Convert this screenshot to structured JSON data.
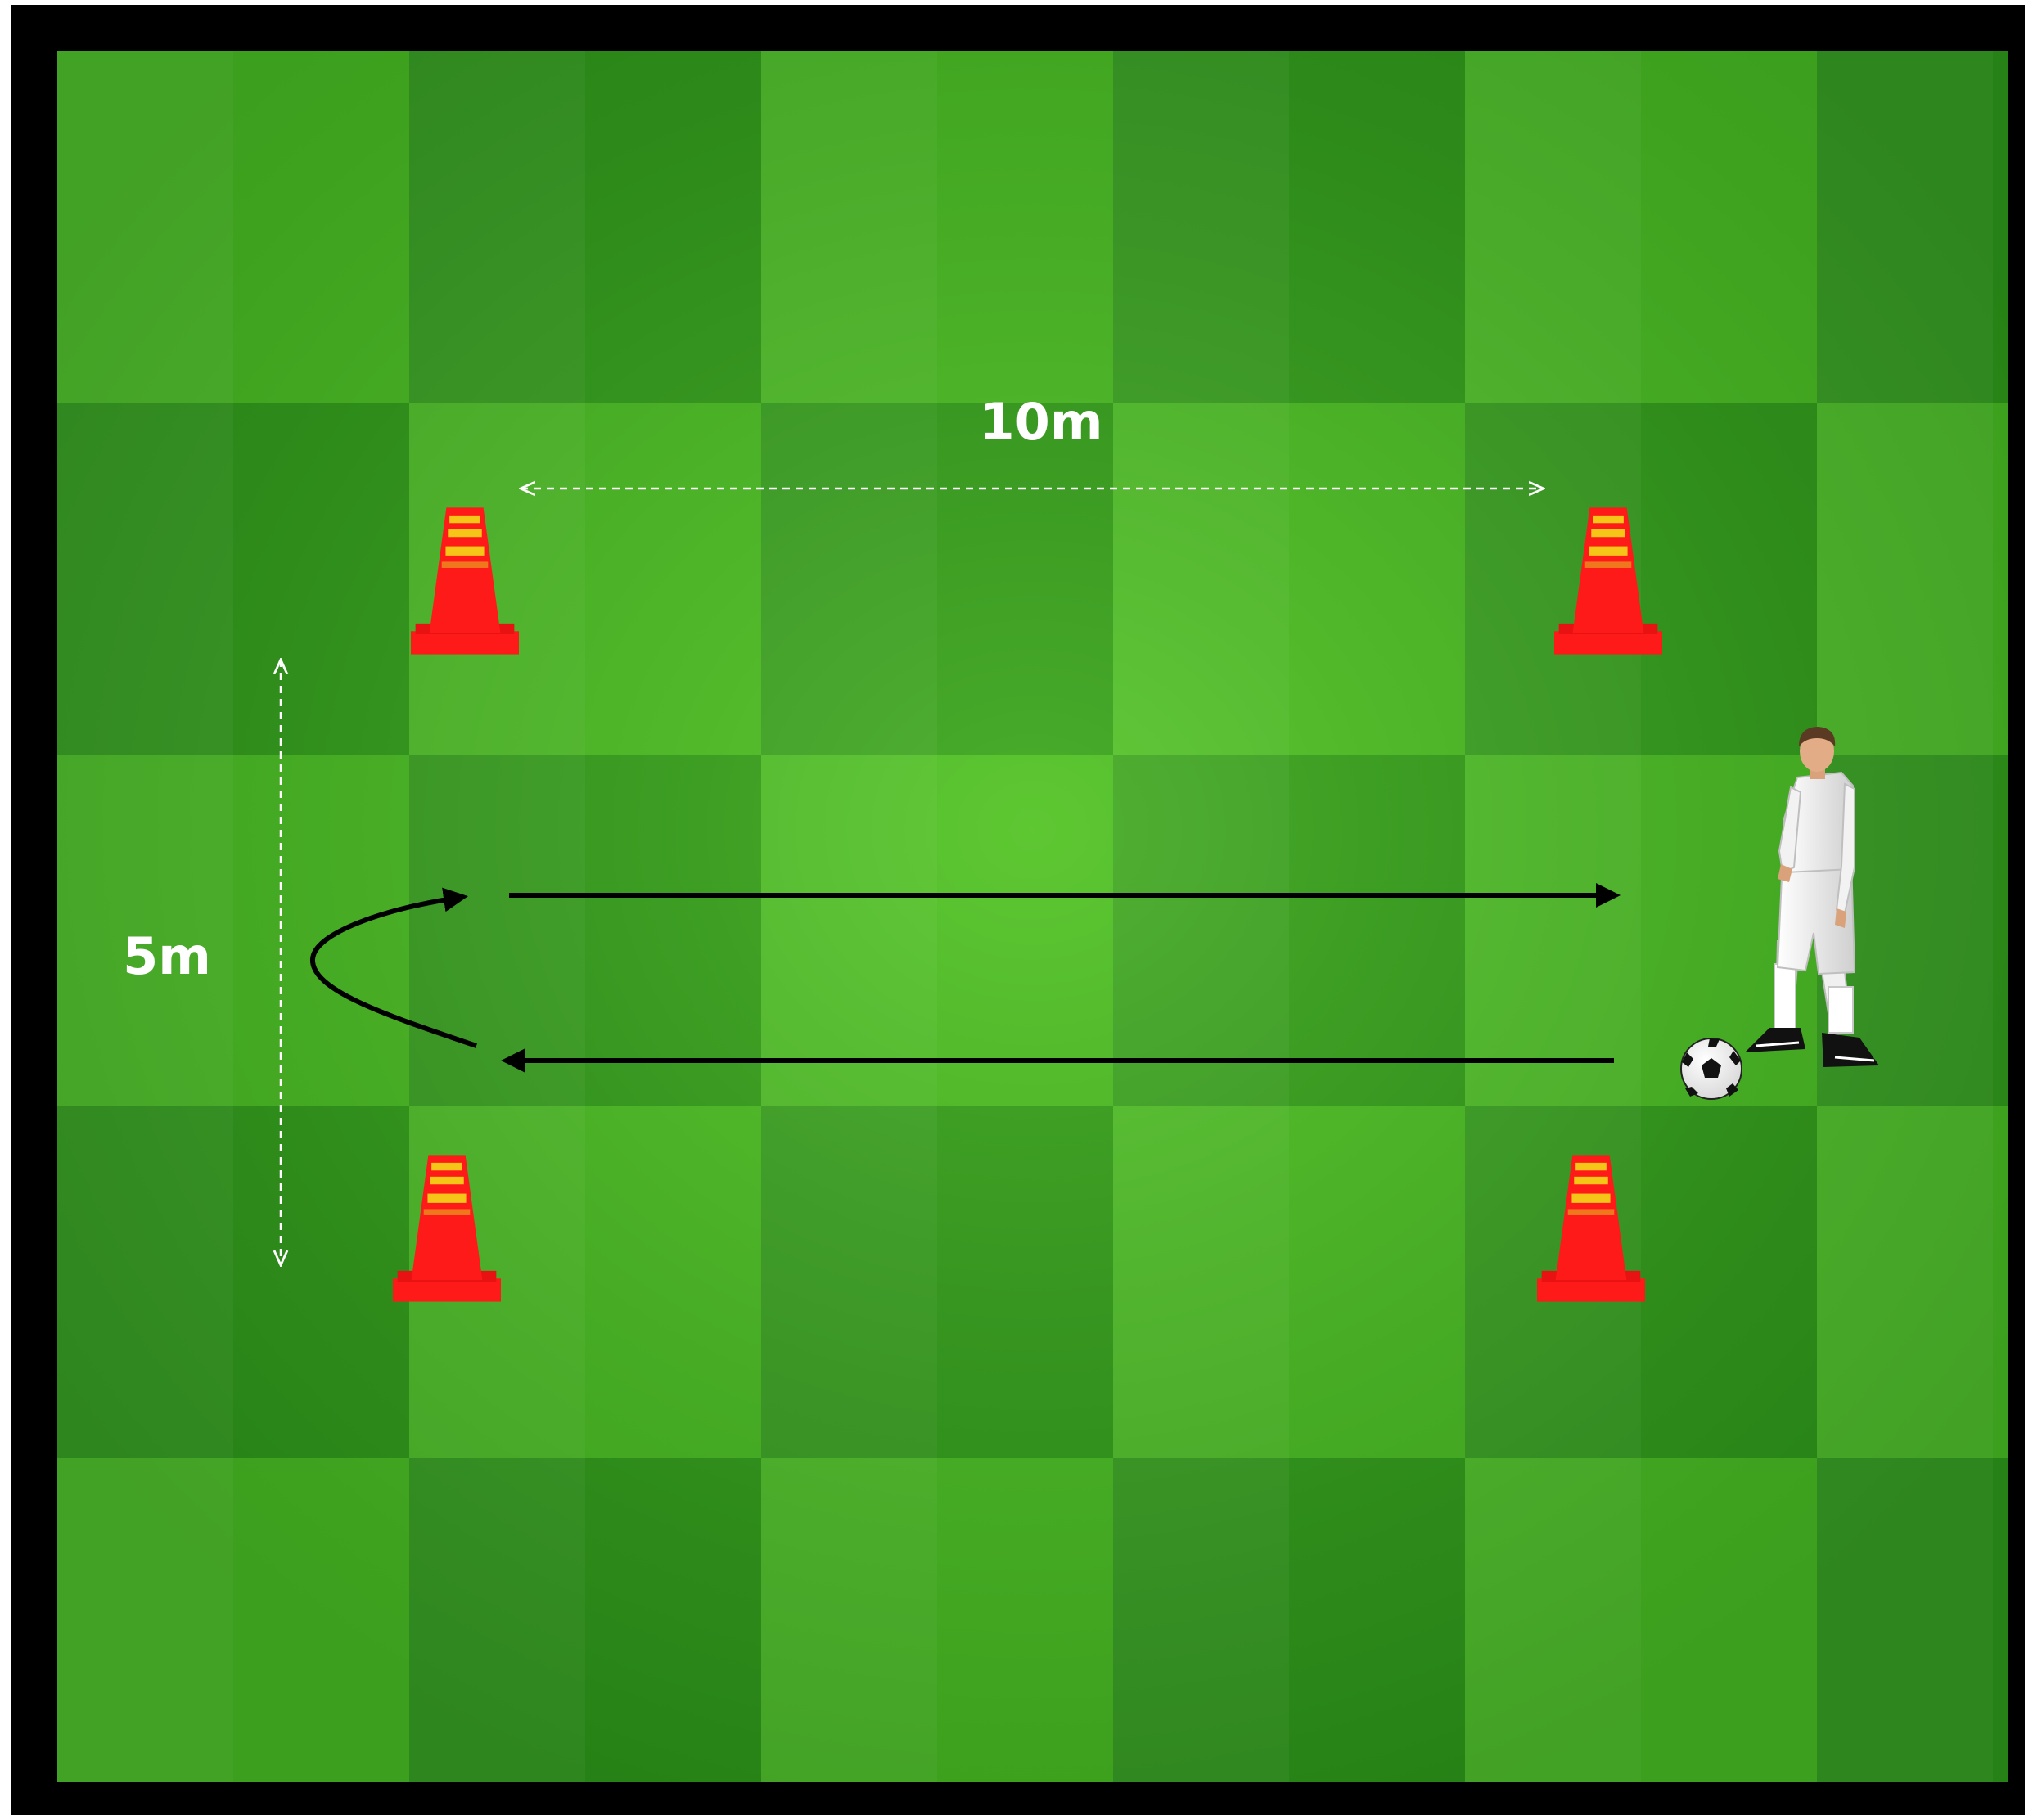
{
  "labels": {
    "width_distance": "10m",
    "depth_distance": "5m"
  },
  "colors": {
    "frame": "#000000",
    "grass_light": "#4fbf22",
    "grass_dark": "#2f8f1a",
    "cone_red": "#ff1a1a",
    "cone_stripe": "#f5c518",
    "arrow": "#000000",
    "dimension_line": "#ffffff",
    "label_text": "#ffffff",
    "kit": "#f2f2f2"
  },
  "icons": {
    "cone": "traffic-cone-icon",
    "player": "player-figure",
    "ball": "soccer-ball-icon"
  }
}
